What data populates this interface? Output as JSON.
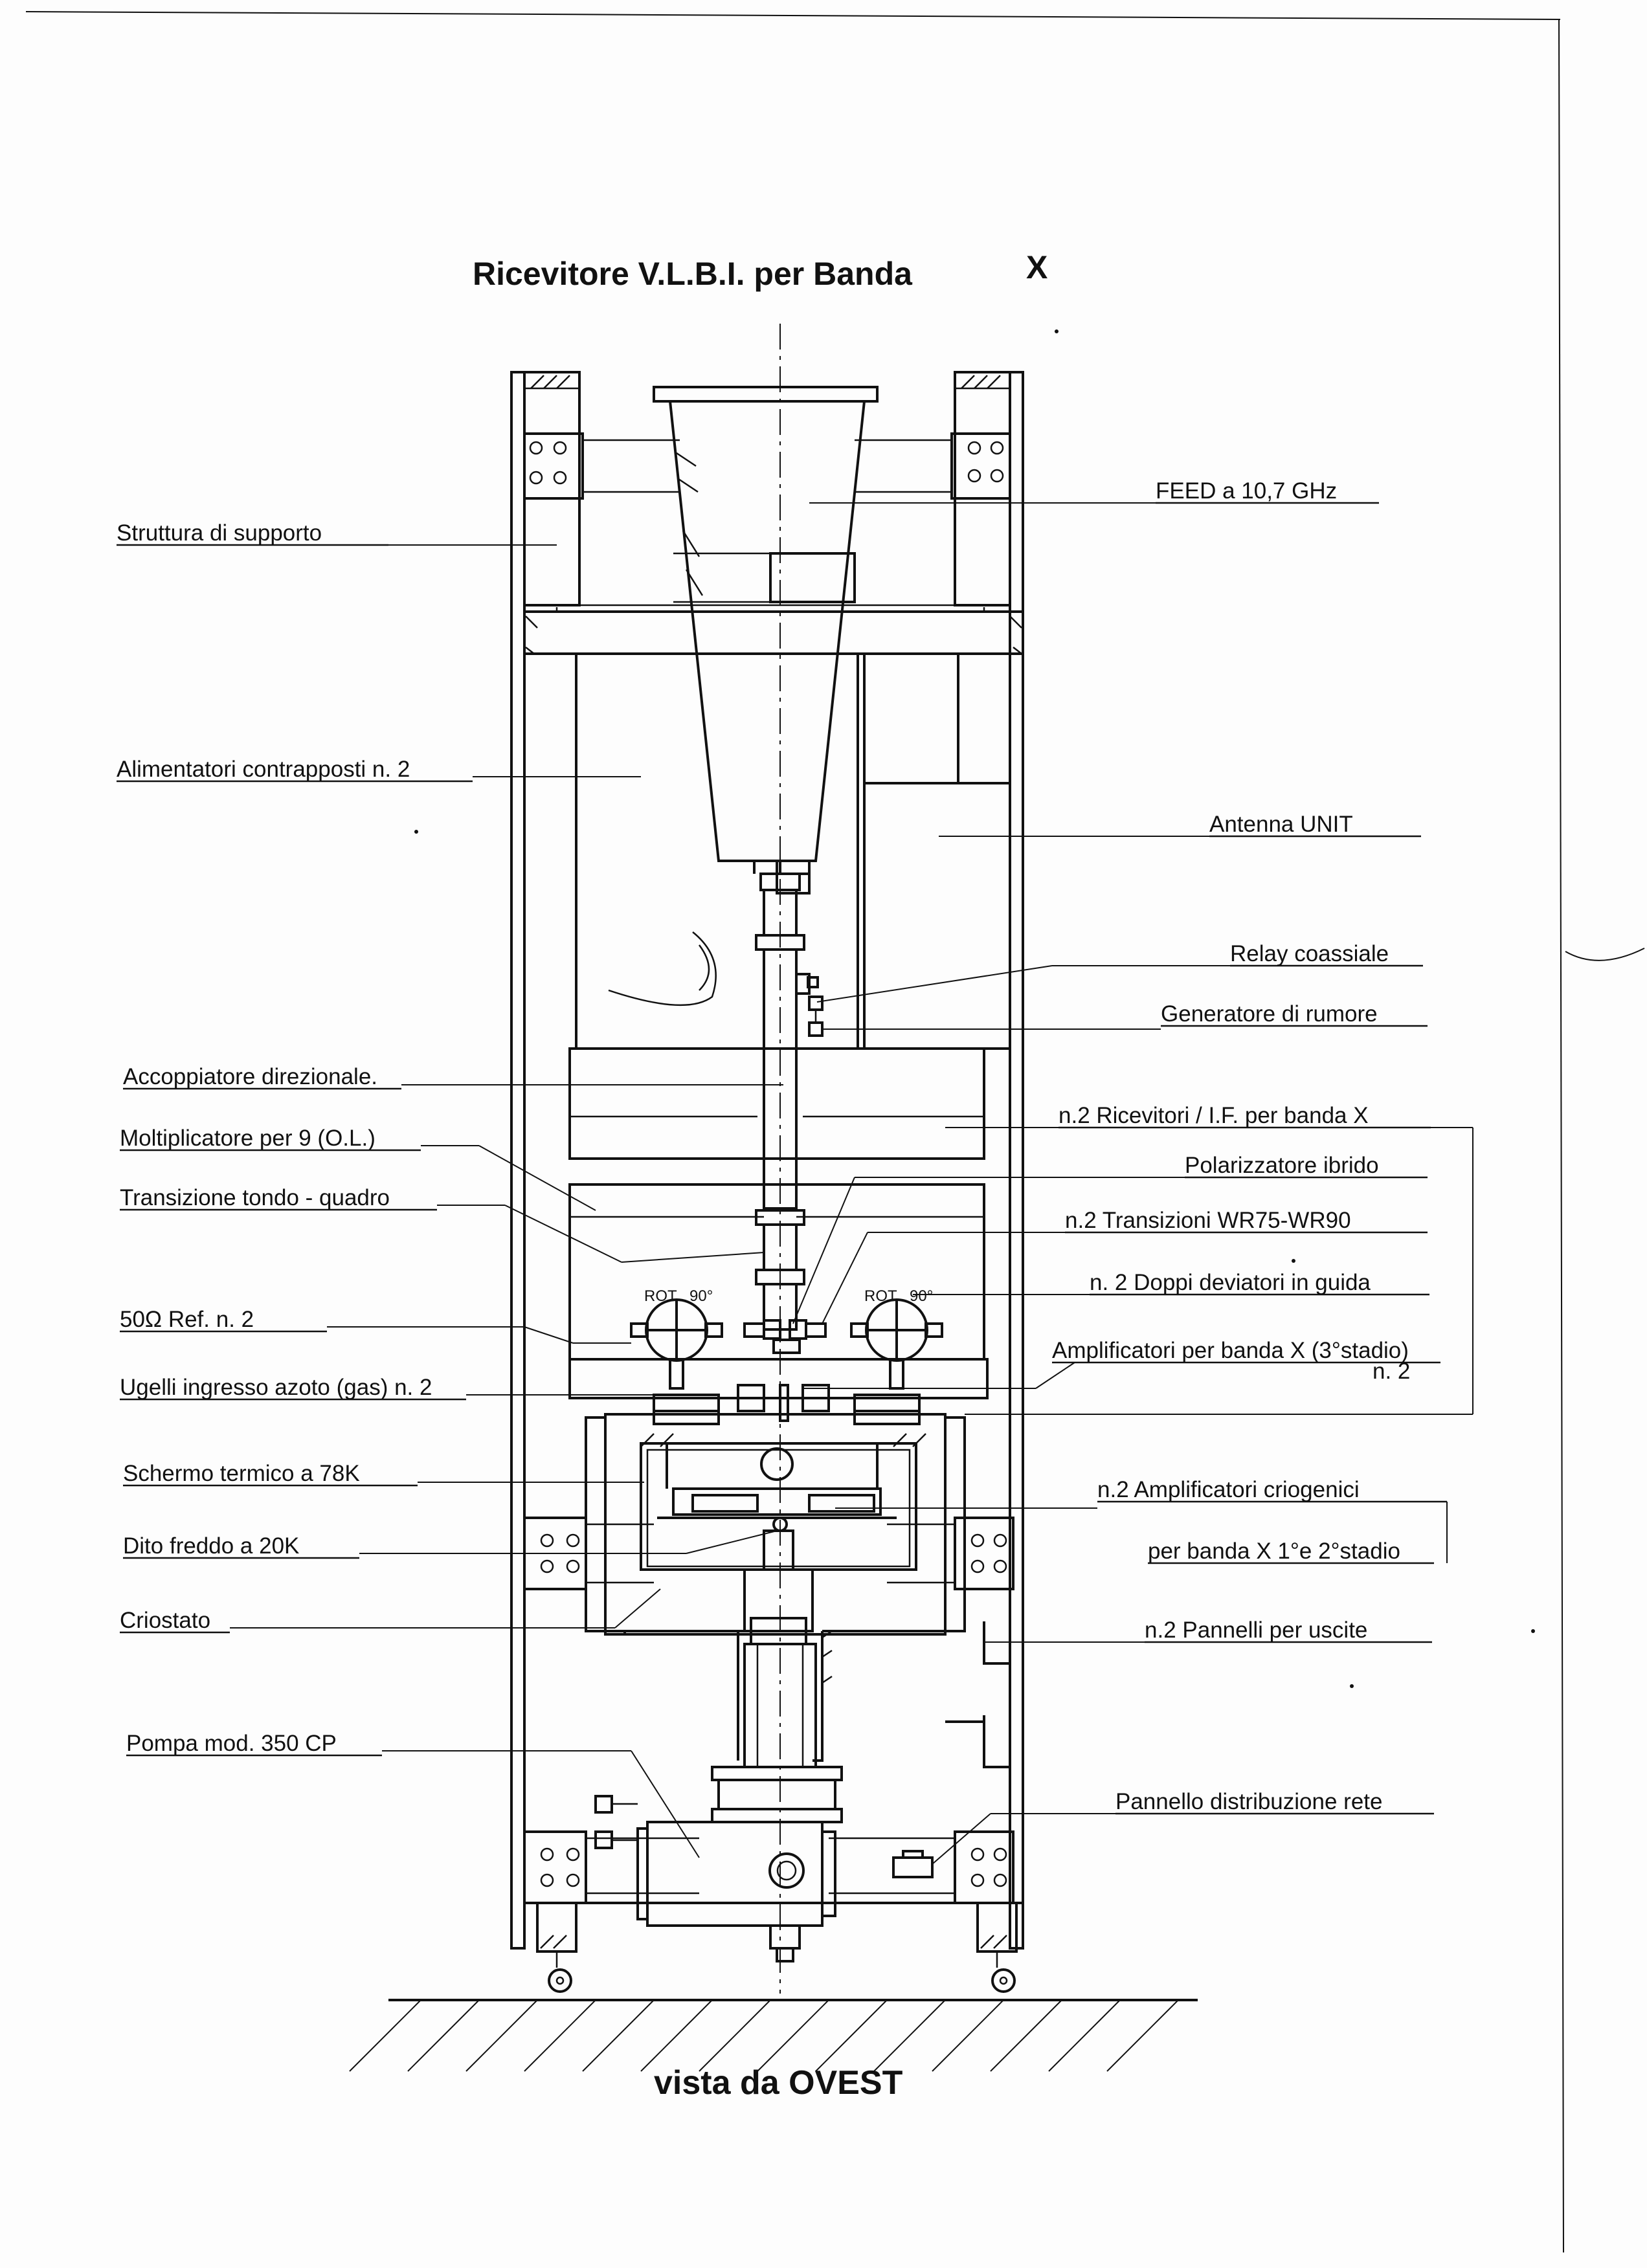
{
  "title": "Ricevitore V.L.B.I. per Banda",
  "title_band": "X",
  "caption": "vista da OVEST",
  "labels_left": {
    "struttura": "Struttura di supporto",
    "alimentatori": "Alimentatori contrapposti n. 2",
    "accoppiatore": "Accoppiatore direzionale.",
    "moltiplicatore": "Moltiplicatore per 9 (O.L.)",
    "transizione": "Transizione tondo - quadro",
    "ref": "50Ω Ref. n. 2",
    "ugelli": "Ugelli ingresso azoto (gas) n. 2",
    "schermo": "Schermo termico a 78K",
    "dito": "Dito freddo a 20K",
    "criostato": "Criostato",
    "pompa": "Pompa mod. 350 CP"
  },
  "labels_right": {
    "feed": "FEED a 10,7 GHz",
    "antenna": "Antenna UNIT",
    "relay": "Relay coassiale",
    "generatore": "Generatore di rumore",
    "ricevitori": "n.2 Ricevitori / I.F. per banda X",
    "polarizzatore": "Polarizzatore ibrido",
    "transizioni": "n.2 Transizioni WR75-WR90",
    "deviatori": "n. 2 Doppi deviatori in guida",
    "amplificatori_3": "Amplificatori per banda X (3°stadio)",
    "amplificatori_3_count": "n. 2",
    "crio_1": "n.2 Amplificatori criogenici",
    "crio_2": "per banda X 1°e 2°stadio",
    "pannelli": "n.2 Pannelli per uscite",
    "distribuzione": "Pannello distribuzione rete"
  },
  "small_marks": {
    "rot": "ROT",
    "deg": "90°"
  }
}
